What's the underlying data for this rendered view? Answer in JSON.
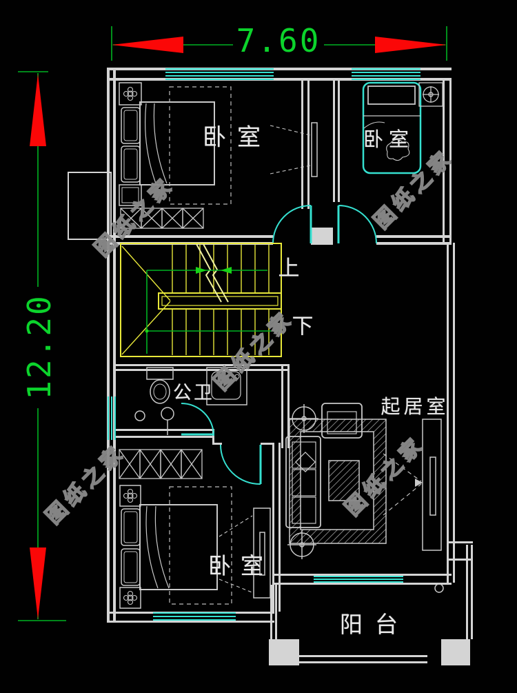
{
  "drawing": {
    "dimensions": {
      "width_label": "7.60",
      "height_label": "12.20"
    },
    "rooms": [
      {
        "id": "bedroom-top-left",
        "label": "卧室"
      },
      {
        "id": "bedroom-top-right",
        "label": "卧室"
      },
      {
        "id": "bathroom",
        "label": "公卫"
      },
      {
        "id": "living-room",
        "label": "起居室"
      },
      {
        "id": "bedroom-bottom",
        "label": "卧室"
      },
      {
        "id": "balcony",
        "label": "阳台"
      }
    ],
    "stairs": {
      "up_label": "上",
      "down_label": "下"
    },
    "watermark": {
      "text": "图纸之家"
    },
    "colors": {
      "background": "#010101",
      "walls": "#d4d4d4",
      "furniture": "#c9c9c9",
      "windows_doors": "#35e0d0",
      "stairs": "#e8e83a",
      "dimension_lines": "#00b422",
      "dimension_text": "#0cd42c",
      "dimension_arrows": "#fb0707",
      "labels": "#e9e9e9",
      "watermark": "#8a8a8a"
    }
  }
}
